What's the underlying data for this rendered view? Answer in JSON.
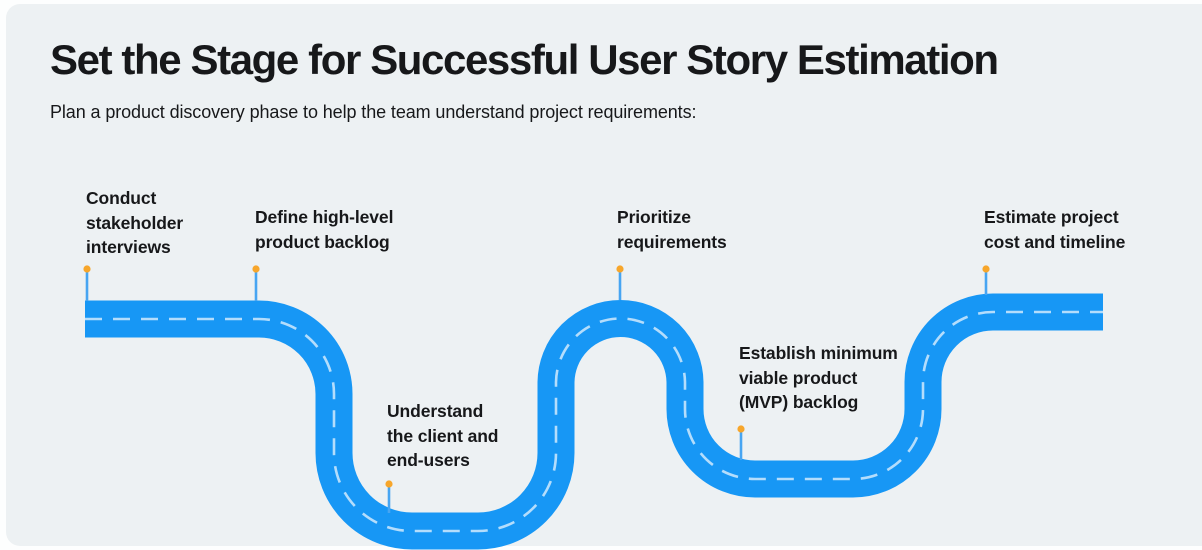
{
  "header": {
    "title": "Set the Stage for Successful User Story Estimation",
    "subtitle": "Plan a product discovery phase to help the team understand project requirements:"
  },
  "roadmap": {
    "colors": {
      "road-color": "#1797F5",
      "dash-color": "rgba(255,255,255,0.68)",
      "dot-color": "#F7A62B",
      "stem-color": "#47A5F2",
      "panel-bg": "#EDF1F3",
      "text-color": "#17181A"
    },
    "milestones": [
      {
        "text": "Conduct\nstakeholder\ninterviews"
      },
      {
        "text": "Define high-level\nproduct backlog"
      },
      {
        "text": "Understand\nthe client and\nend-users"
      },
      {
        "text": "Prioritize\nrequirements"
      },
      {
        "text": "Establish minimum\nviable product\n(MVP) backlog"
      },
      {
        "text": "Estimate project\ncost and timeline"
      }
    ]
  }
}
